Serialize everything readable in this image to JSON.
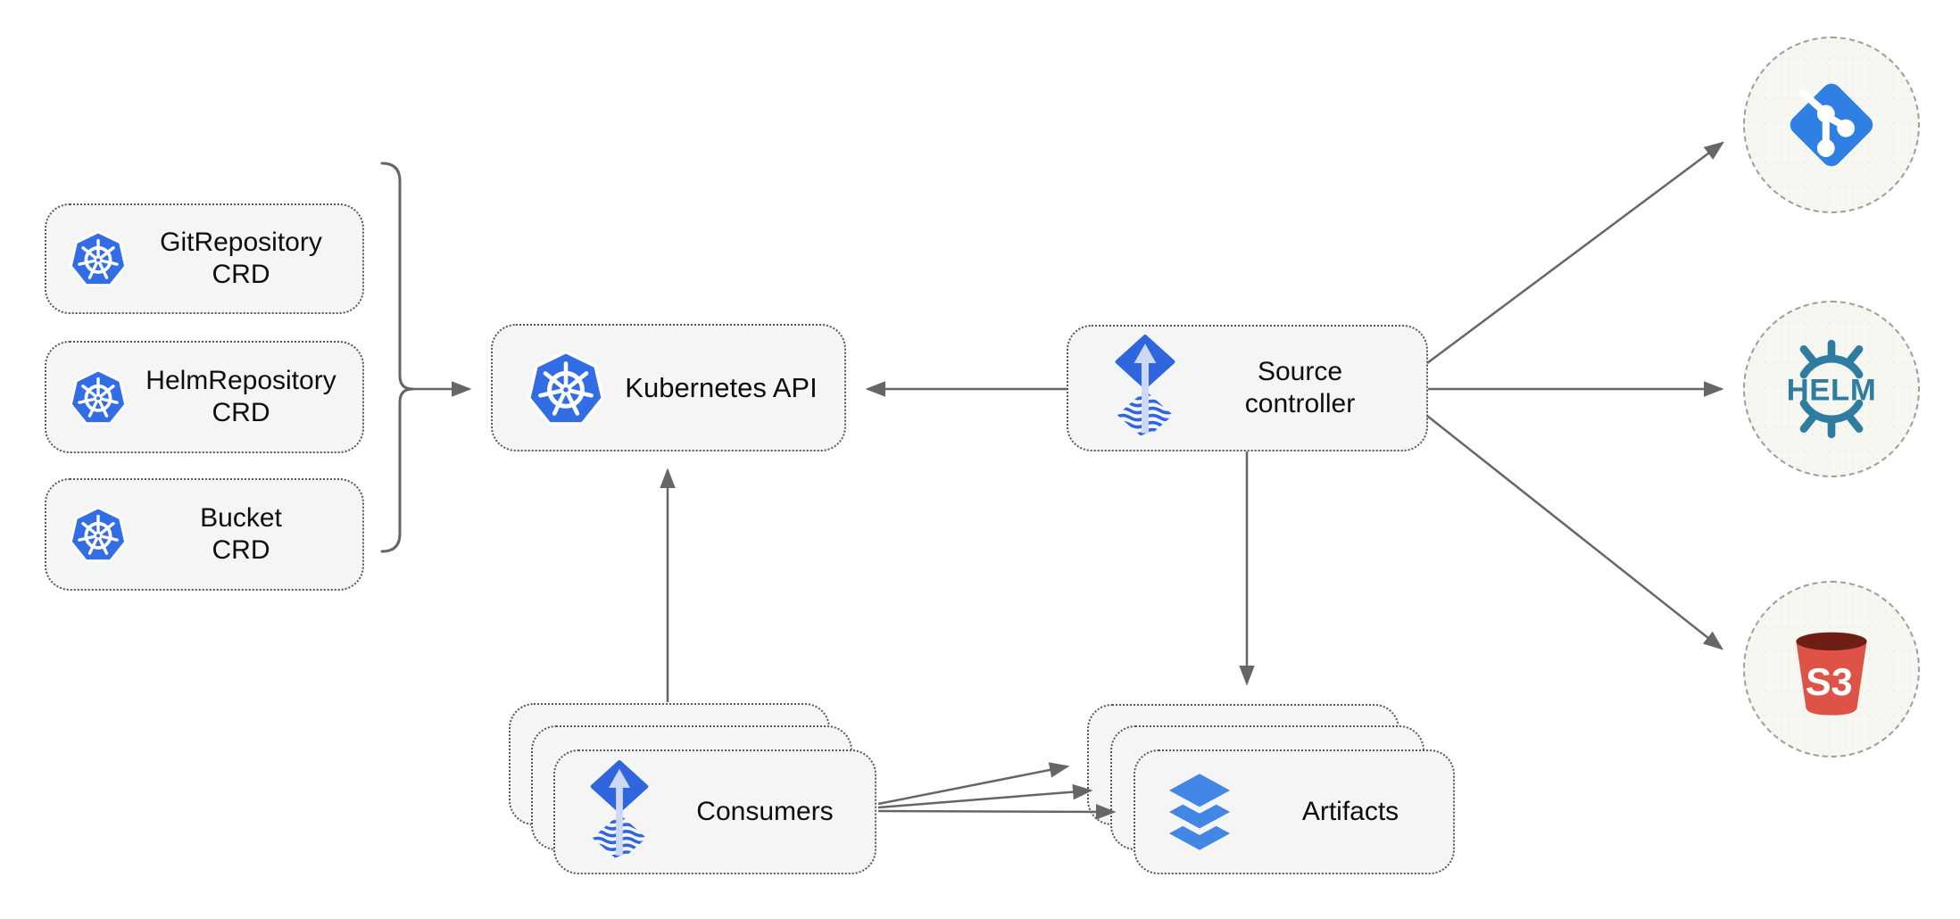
{
  "nodes": {
    "crds": [
      {
        "line1": "GitRepository",
        "line2": "CRD"
      },
      {
        "line1": "HelmRepository",
        "line2": "CRD"
      },
      {
        "line1": "Bucket",
        "line2": "CRD"
      }
    ],
    "kubernetes_api": {
      "label": "Kubernetes API"
    },
    "source_controller": {
      "line1": "Source",
      "line2": "controller"
    },
    "consumers": {
      "label": "Consumers"
    },
    "artifacts": {
      "label": "Artifacts"
    }
  },
  "sources": {
    "git": {
      "icon": "git-icon"
    },
    "helm": {
      "icon": "helm-icon",
      "label": "HELM"
    },
    "s3": {
      "icon": "s3-bucket-icon",
      "label": "S3"
    }
  },
  "colors": {
    "kubernetes_blue": "#326de6",
    "flux_blue": "#3066dd",
    "flux_arrow_light": "#ccd8f4",
    "artifact_blue": "#4287e6",
    "git_blue": "#2f80e2",
    "helm_teal": "#2e7da1",
    "s3_red": "#dd5347",
    "s3_rim_dark": "#6e1e14",
    "line_gray": "#666666",
    "node_fill": "#f5f5f5",
    "node_border": "#575757",
    "circle_border": "#9e9e9e",
    "circle_fill": "#f7f7f2"
  }
}
